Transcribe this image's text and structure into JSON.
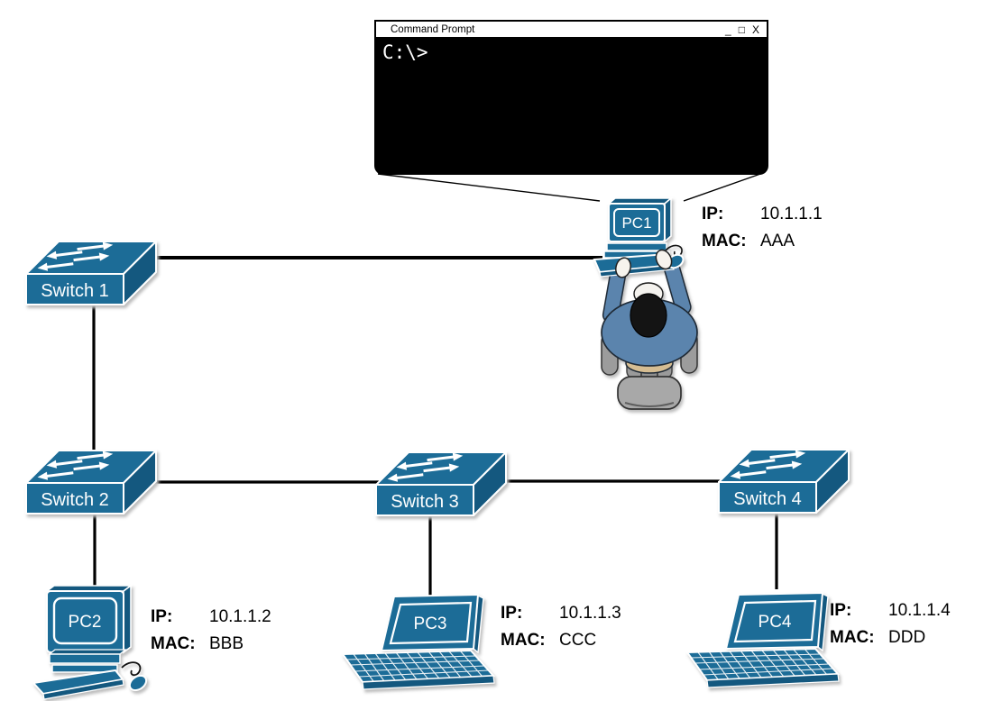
{
  "command_prompt": {
    "title": "Command Prompt",
    "minimize": "_",
    "maximize": "□",
    "close": "X",
    "prompt_text": "C:\\>"
  },
  "switches": [
    {
      "id": "switch-1",
      "label": "Switch 1"
    },
    {
      "id": "switch-2",
      "label": "Switch 2"
    },
    {
      "id": "switch-3",
      "label": "Switch 3"
    },
    {
      "id": "switch-4",
      "label": "Switch 4"
    }
  ],
  "pcs": [
    {
      "id": "pc-1",
      "label": "PC1",
      "kind": "desktop-with-user",
      "ip_label": "IP:",
      "ip": "10.1.1.1",
      "mac_label": "MAC:",
      "mac": "AAA"
    },
    {
      "id": "pc-2",
      "label": "PC2",
      "kind": "desktop",
      "ip_label": "IP:",
      "ip": "10.1.1.2",
      "mac_label": "MAC:",
      "mac": "BBB"
    },
    {
      "id": "pc-3",
      "label": "PC3",
      "kind": "laptop",
      "ip_label": "IP:",
      "ip": "10.1.1.3",
      "mac_label": "MAC:",
      "mac": "CCC"
    },
    {
      "id": "pc-4",
      "label": "PC4",
      "kind": "laptop",
      "ip_label": "IP:",
      "ip": "10.1.1.4",
      "mac_label": "MAC:",
      "mac": "DDD"
    }
  ],
  "connections": [
    {
      "from": "Switch 1",
      "to": "PC1"
    },
    {
      "from": "Switch 1",
      "to": "Switch 2"
    },
    {
      "from": "Switch 2",
      "to": "Switch 3"
    },
    {
      "from": "Switch 3",
      "to": "Switch 4"
    },
    {
      "from": "Switch 2",
      "to": "PC2"
    },
    {
      "from": "Switch 3",
      "to": "PC3"
    },
    {
      "from": "Switch 4",
      "to": "PC4"
    }
  ],
  "colors": {
    "device_blue": "#1C6C97",
    "device_side": "#14587F",
    "line": "#000000",
    "terminal_bg": "#000000",
    "terminal_fg": "#FFFFFF",
    "shirt_blue": "#5B84AD",
    "chair_gray": "#A3A3A3"
  }
}
